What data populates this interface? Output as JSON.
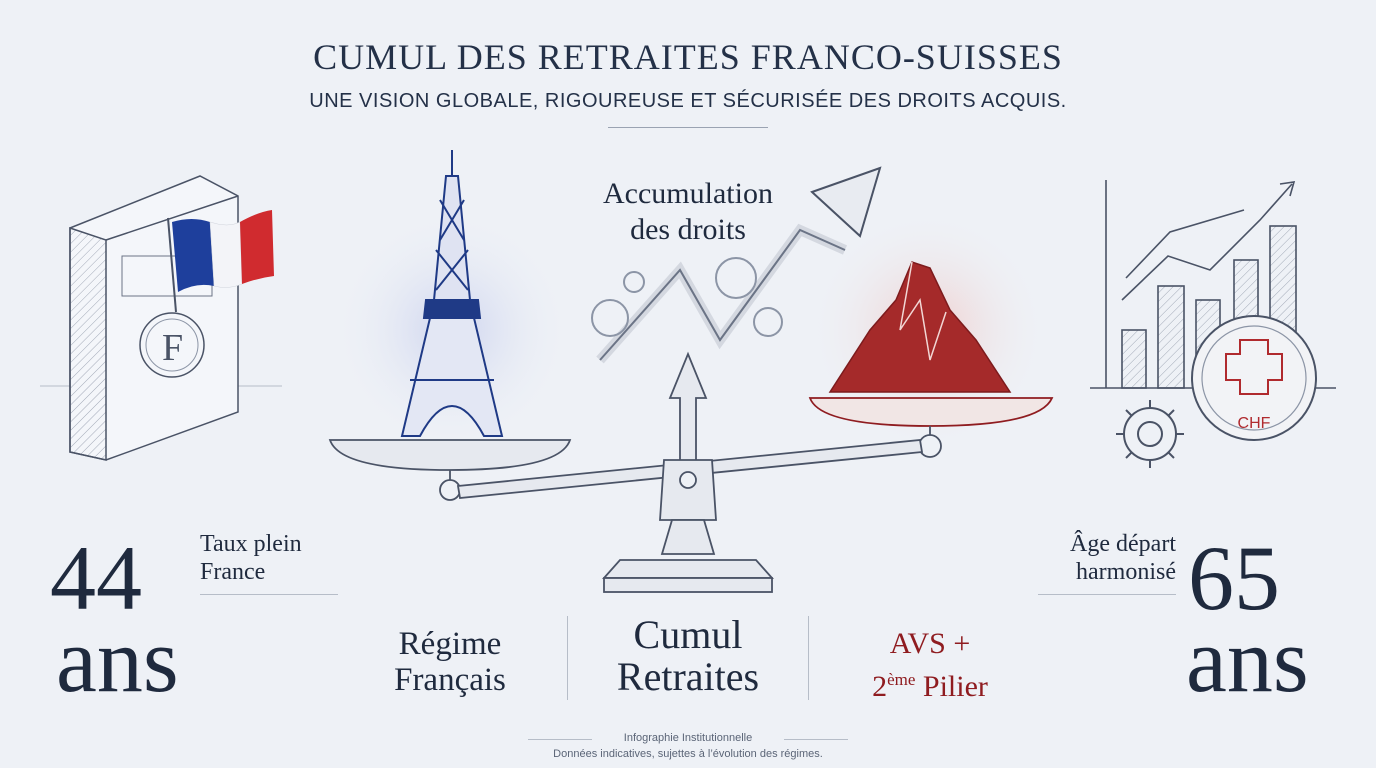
{
  "header": {
    "title": "CUMUL DES RETRAITES FRANCO-SUISSES",
    "subtitle": "UNE VISION GLOBALE, RIGOUREUSE ET SÉCURISÉE DES DROITS ACQUIS."
  },
  "accumulation": {
    "line1": "Accumulation",
    "line2": "des droits"
  },
  "left_stat": {
    "number": "44",
    "unit": "ans",
    "label_line1": "Taux plein",
    "label_line2": "France"
  },
  "right_stat": {
    "number": "65",
    "unit": "ans",
    "label_line1": "Âge départ",
    "label_line2": "harmonisé"
  },
  "columns": {
    "fr_line1": "Régime",
    "fr_line2": "Français",
    "cumul_line1": "Cumul",
    "cumul_line2": "Retraites",
    "ch_line1": "AVS +",
    "ch_num": "2",
    "ch_sup": "ème",
    "ch_word": "Pilier"
  },
  "icons": {
    "binder_letter": "F",
    "coin_label": "CHF"
  },
  "footer": {
    "line1": "Infographie Institutionnelle",
    "line2": "Données indicatives, sujettes à l’évolution des régimes."
  },
  "colors": {
    "navy": "#1f3a86",
    "red": "#9c2226",
    "ink": "#1f2a3e",
    "background": "#eef1f6"
  }
}
